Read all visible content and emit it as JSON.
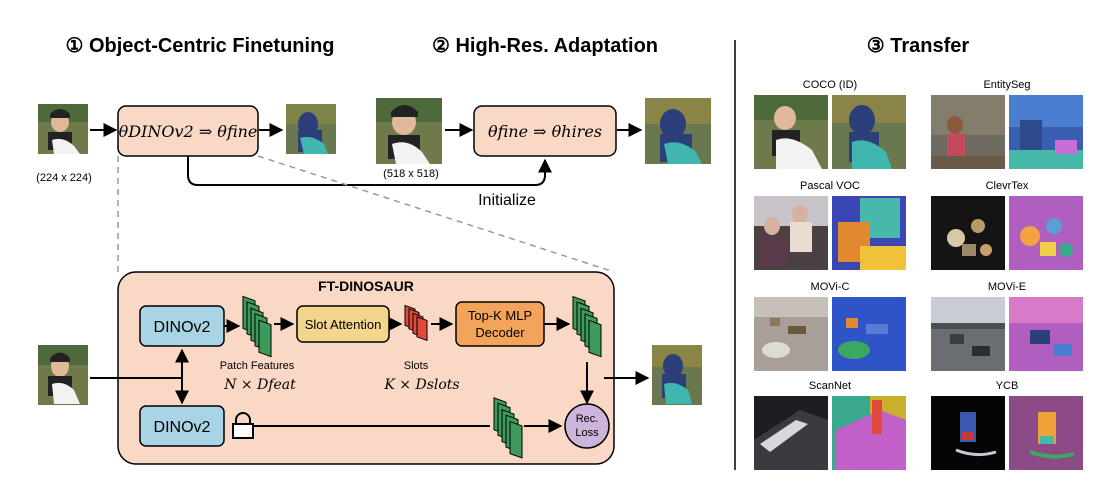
{
  "sections": {
    "finetuning": "① Object-Centric Finetuning",
    "adaptation": "② High-Res. Adaptation",
    "transfer": "③ Transfer"
  },
  "stage1": {
    "resolution": "(224 x 224)",
    "equation": "θDINOv2 ⇒ θfine"
  },
  "stage2": {
    "resolution": "(518 x 518)",
    "equation": "θfine ⇒ θhires",
    "initialize": "Initialize"
  },
  "ftdinosaur": {
    "title": "FT-DINOSAUR",
    "encoder_top": "DINOv2",
    "encoder_bottom": "DINOv2",
    "patch_features": "Patch Features",
    "patch_dims": "N × Dfeat",
    "slot_attention": "Slot Attention",
    "slots": "Slots",
    "slot_dims": "K × Dslots",
    "decoder_line1": "Top-K MLP",
    "decoder_line2": "Decoder",
    "loss_line1": "Rec.",
    "loss_line2": "Loss"
  },
  "datasets": [
    "COCO (ID)",
    "EntitySeg",
    "Pascal VOC",
    "ClevrTex",
    "MOVi-C",
    "MOVi-E",
    "ScanNet",
    "YCB"
  ],
  "colors": {
    "module_blue": "#a9d4e6",
    "slot_attention": "#f4d58d",
    "decoder": "#f4a35a",
    "ft_panel": "#f9d9c6",
    "loss": "#cdb4db",
    "feature_green": "#3d9a5a",
    "slot_red": "#e04a3a"
  }
}
